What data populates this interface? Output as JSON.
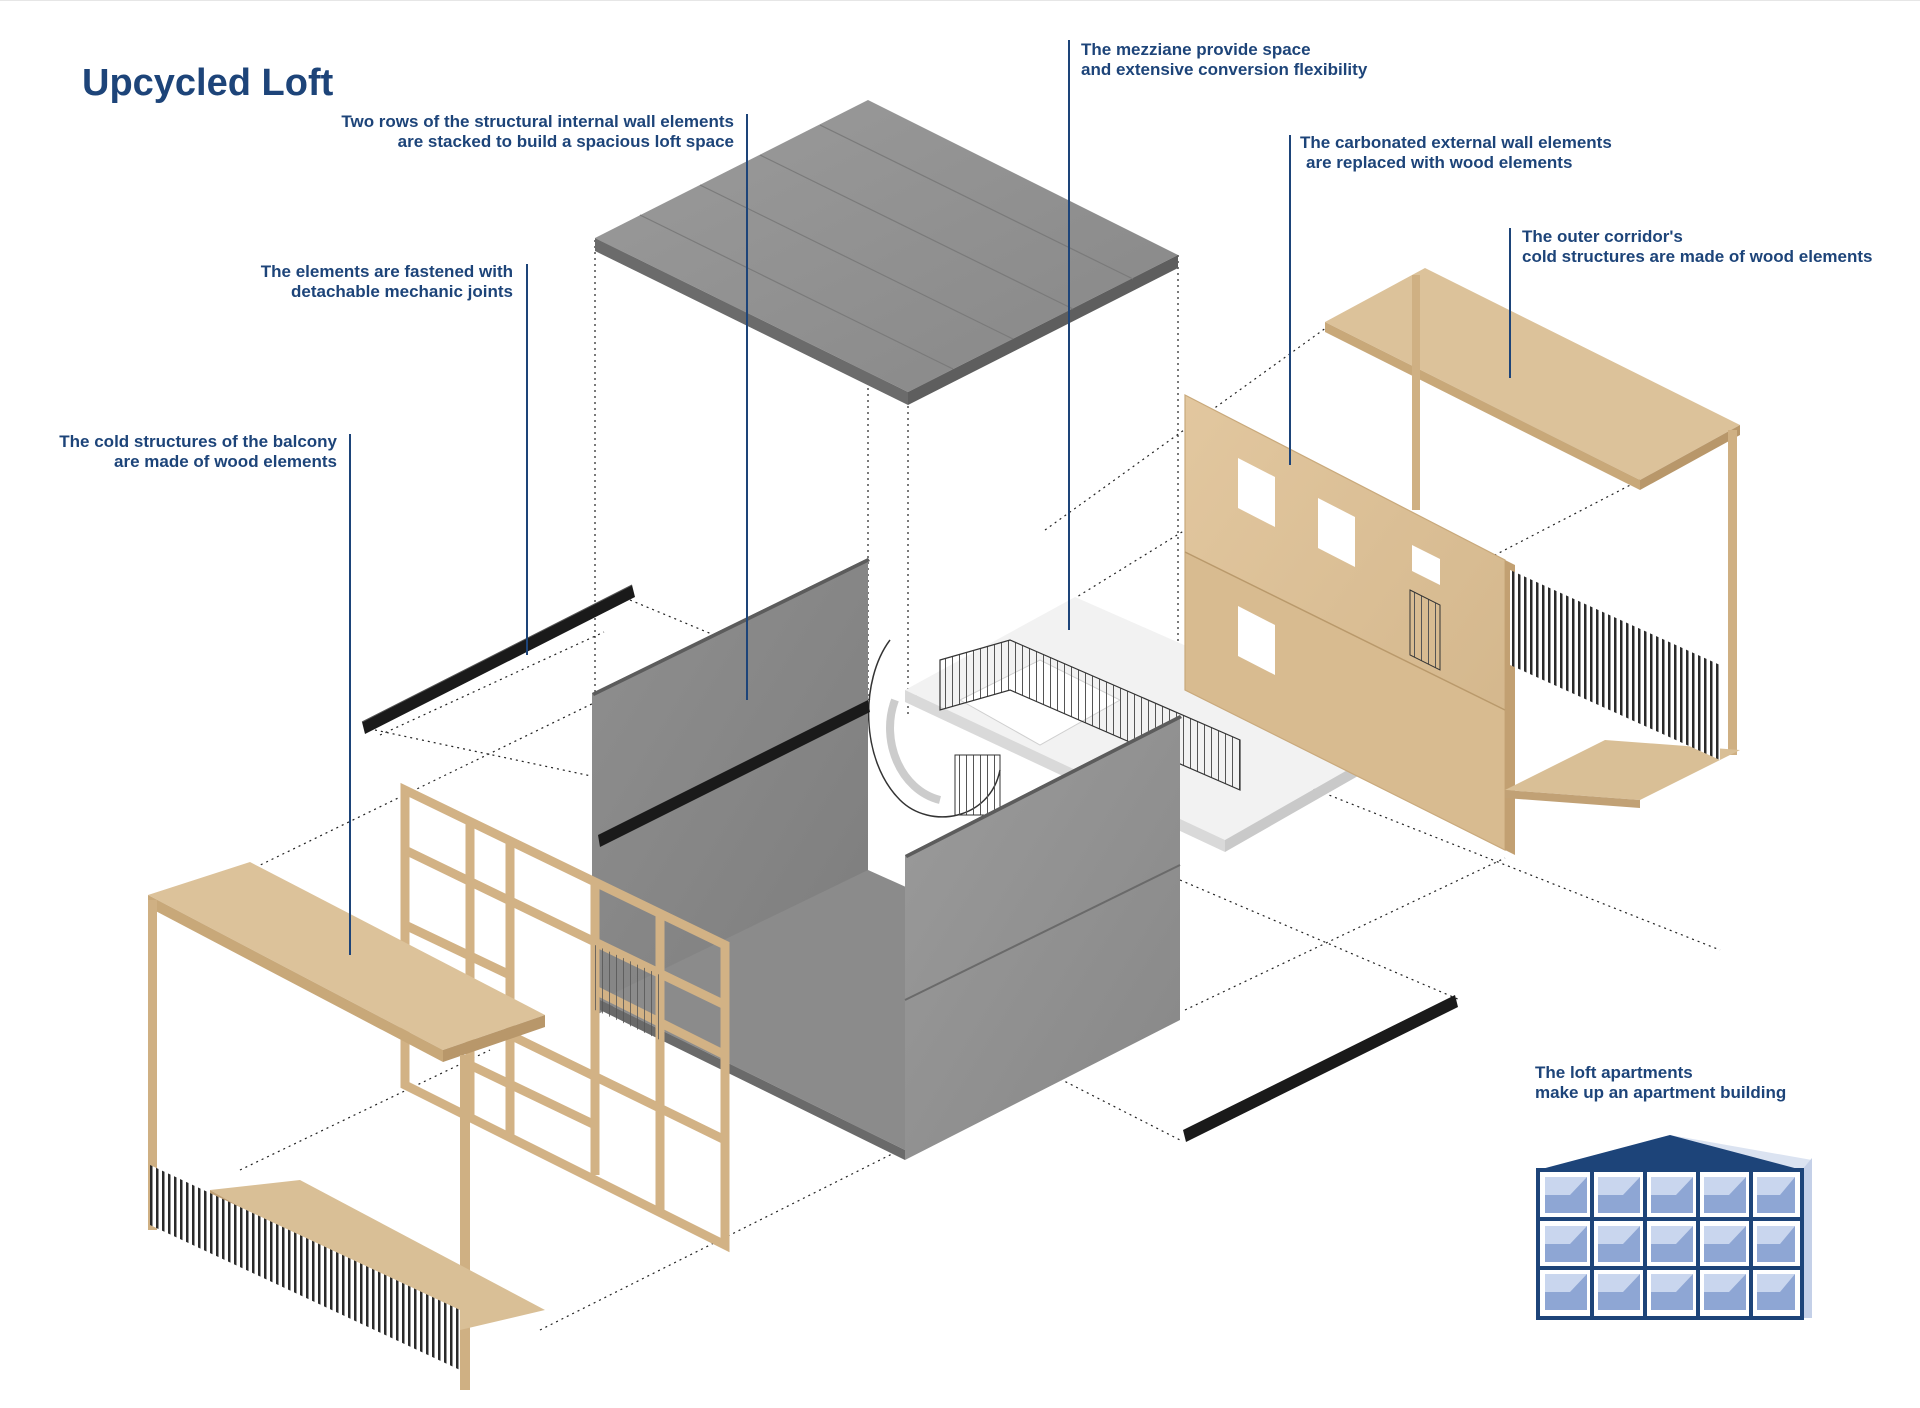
{
  "title": "Upcycled Loft",
  "annotations": {
    "internal_walls": [
      "Two rows of the structural internal wall elements",
      "are stacked to build a spacious loft space"
    ],
    "joints": [
      "The elements are fastened with",
      "detachable mechanic joints"
    ],
    "balcony": [
      "The cold structures of the balcony",
      "are made of wood elements"
    ],
    "mezzanine": [
      "The mezziane provide space",
      "and extensive conversion flexibility"
    ],
    "external_walls": [
      "The carbonated external wall elements",
      "are replaced with wood elements"
    ],
    "corridor": [
      "The outer corridor's",
      "cold structures are made of wood elements"
    ],
    "apartments": [
      "The loft apartments",
      "make up an apartment building"
    ]
  },
  "colors": {
    "text": "#1d4479",
    "leader": "#1d4479",
    "concrete": "#8e8e8e",
    "wood": "#dcc29a",
    "steel": "#1a1a1a",
    "mezzanine": "#f1f1f1",
    "building_blue": "#1d4479"
  }
}
